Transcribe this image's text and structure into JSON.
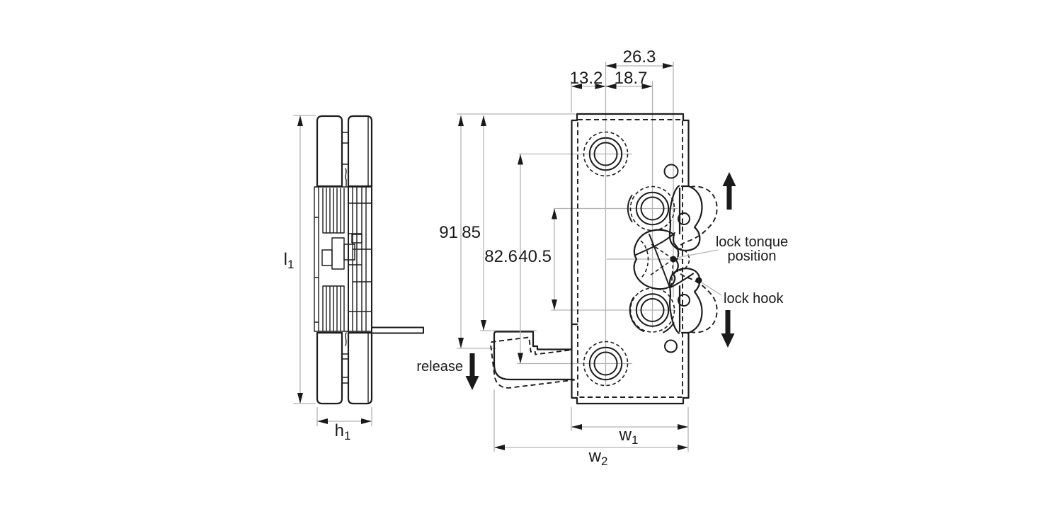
{
  "colors": {
    "background": "#ffffff",
    "outline": "#1d1d1d",
    "dimension_line": "#b4b4b4",
    "text": "#1a1a1a"
  },
  "side_view": {
    "dim_length": {
      "base": "l",
      "sub": "1"
    },
    "dim_thickness": {
      "base": "h",
      "sub": "1"
    }
  },
  "front_view": {
    "dim_top_outer": "26.3",
    "dim_top_left": "13.2",
    "dim_top_right": "18.7",
    "dim_left_1": "91",
    "dim_left_2": "85",
    "dim_left_3": "82.6",
    "dim_left_4": "40.5",
    "dim_width_1": {
      "base": "w",
      "sub": "1"
    },
    "dim_width_2": {
      "base": "w",
      "sub": "2"
    },
    "label_lock_tongue_line1": "lock tonque",
    "label_lock_tongue_line2": "position",
    "label_lock_hook": "lock hook",
    "label_release": "release"
  }
}
